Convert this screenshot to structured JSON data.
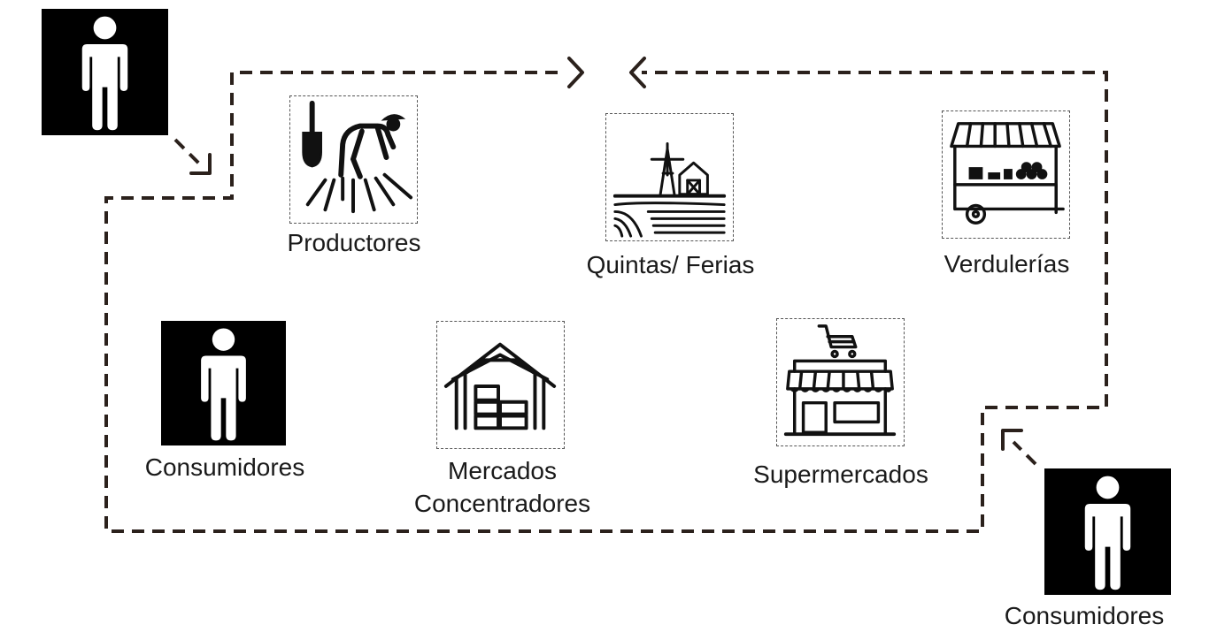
{
  "colors": {
    "path": "#2b211c",
    "icon": "#111111",
    "person_bg": "#000000",
    "person_fg": "#ffffff"
  },
  "nodes": {
    "productores": {
      "label": "Productores",
      "icon": "farmer-icon"
    },
    "quintas": {
      "label": "Quintas/ Ferias",
      "icon": "farm-windmill-icon"
    },
    "verdulerias": {
      "label": "Verdulerías",
      "icon": "produce-cart-icon"
    },
    "consumidores_middle": {
      "label": "Consumidores",
      "icon": "person-icon"
    },
    "mercados": {
      "label_line1": "Mercados",
      "label_line2": "Concentradores",
      "icon": "warehouse-icon"
    },
    "supermercados": {
      "label": "Supermercados",
      "icon": "supermarket-icon"
    },
    "consumidores_bottom": {
      "label": "Consumidores",
      "icon": "person-icon"
    },
    "consumidor_top": {
      "icon": "person-icon"
    }
  }
}
